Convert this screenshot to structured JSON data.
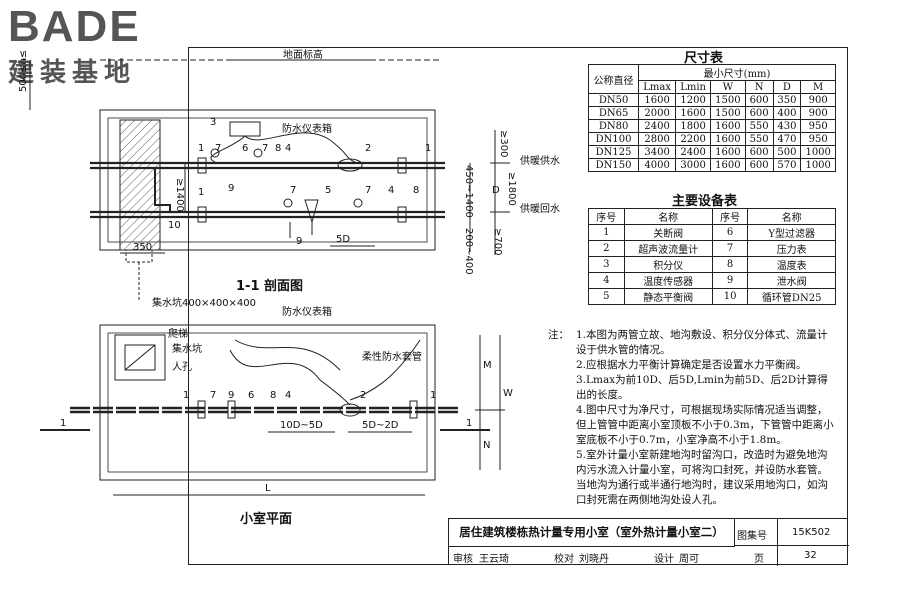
{
  "logo": {
    "big": "BADE",
    "small": "建装基地"
  },
  "section": {
    "title": "1-1 剖面图",
    "ground": "地面标高",
    "h_label": "500≤h≤",
    "box_label": "防水仪表箱",
    "pit_label": "集水坑400×400×400",
    "supply": "供暖供水",
    "return": "供暖回水",
    "dims": {
      "d300": "≥300",
      "d450": "450~1400",
      "dD": "D",
      "d1800": "≥1800",
      "d200": "200~400",
      "d700": "≥700",
      "d1400": "≥1400",
      "d350": "350",
      "d5D": "5D"
    },
    "num_top": [
      "3",
      "1",
      "7",
      "6",
      "7",
      "8",
      "4",
      "2",
      "1",
      "9"
    ],
    "num_bottom": [
      "10",
      "1",
      "7",
      "5",
      "7",
      "4",
      "8",
      "9"
    ]
  },
  "plan": {
    "title": "小室平面",
    "ladder": "爬梯",
    "pit": "集水坑",
    "hole": "人孔",
    "box": "防水仪表箱",
    "sleeve": "柔性防水套管",
    "section_mark": "1",
    "nums": [
      "1",
      "7",
      "9",
      "6",
      "8",
      "4",
      "2",
      "1"
    ],
    "dims": {
      "d10D": "10D~5D",
      "d5D": "5D~2D",
      "L": "L",
      "M": "M",
      "W": "W",
      "N": "N"
    }
  },
  "size_table": {
    "title": "尺寸表",
    "col1": "公称直径",
    "group": "最小尺寸(mm)",
    "headers": [
      "Lmax",
      "Lmin",
      "W",
      "N",
      "D",
      "M"
    ],
    "rows": [
      [
        "DN50",
        "1600",
        "1200",
        "1500",
        "600",
        "350",
        "900"
      ],
      [
        "DN65",
        "2000",
        "1600",
        "1500",
        "600",
        "400",
        "900"
      ],
      [
        "DN80",
        "2400",
        "1800",
        "1600",
        "550",
        "430",
        "950"
      ],
      [
        "DN100",
        "2800",
        "2200",
        "1600",
        "550",
        "470",
        "950"
      ],
      [
        "DN125",
        "3400",
        "2400",
        "1600",
        "600",
        "500",
        "1000"
      ],
      [
        "DN150",
        "4000",
        "3000",
        "1600",
        "600",
        "570",
        "1000"
      ]
    ]
  },
  "equip_table": {
    "title": "主要设备表",
    "headers": [
      "序号",
      "名称",
      "序号",
      "名称"
    ],
    "rows": [
      [
        "1",
        "关断阀",
        "6",
        "Y型过滤器"
      ],
      [
        "2",
        "超声波流量计",
        "7",
        "压力表"
      ],
      [
        "3",
        "积分仪",
        "8",
        "温度表"
      ],
      [
        "4",
        "温度传感器",
        "9",
        "泄水阀"
      ],
      [
        "5",
        "静态平衡阀",
        "10",
        "循环管DN25"
      ]
    ]
  },
  "notes": {
    "prefix": "注：",
    "items": [
      "1.本图为两管立故、地沟敷设、积分仪分体式、流量计设于供水管的情况。",
      "2.应根据水力平衡计算确定是否设置水力平衡阀。",
      "3.Lmax为前10D、后5D,Lmin为前5D、后2D计算得出的长度。",
      "4.图中尺寸为净尺寸，可根据现场实际情况适当调整，但上管管中距离小室顶板不小于0.3m，下管管中距离小室底板不小于0.7m，小室净高不小于1.8m。",
      "5.室外计量小室新建地沟时留沟口，改造时为避免地沟内污水流入计量小室，可将沟口封死，并设防水套管。当地沟为通行或半通行地沟时，建议采用地沟口，如沟口封死需在两侧地沟处设人孔。"
    ]
  },
  "titleblock": {
    "title": "居住建筑楼栋热计量专用小室（室外热计量小室二）",
    "atlas_label": "图集号",
    "atlas_no": "15K502",
    "review": "审核",
    "reviewer": "王云琦",
    "check": "校对",
    "checker": "刘晓丹",
    "design": "设计",
    "designer": "周可",
    "page_label": "页",
    "page_no": "32"
  }
}
